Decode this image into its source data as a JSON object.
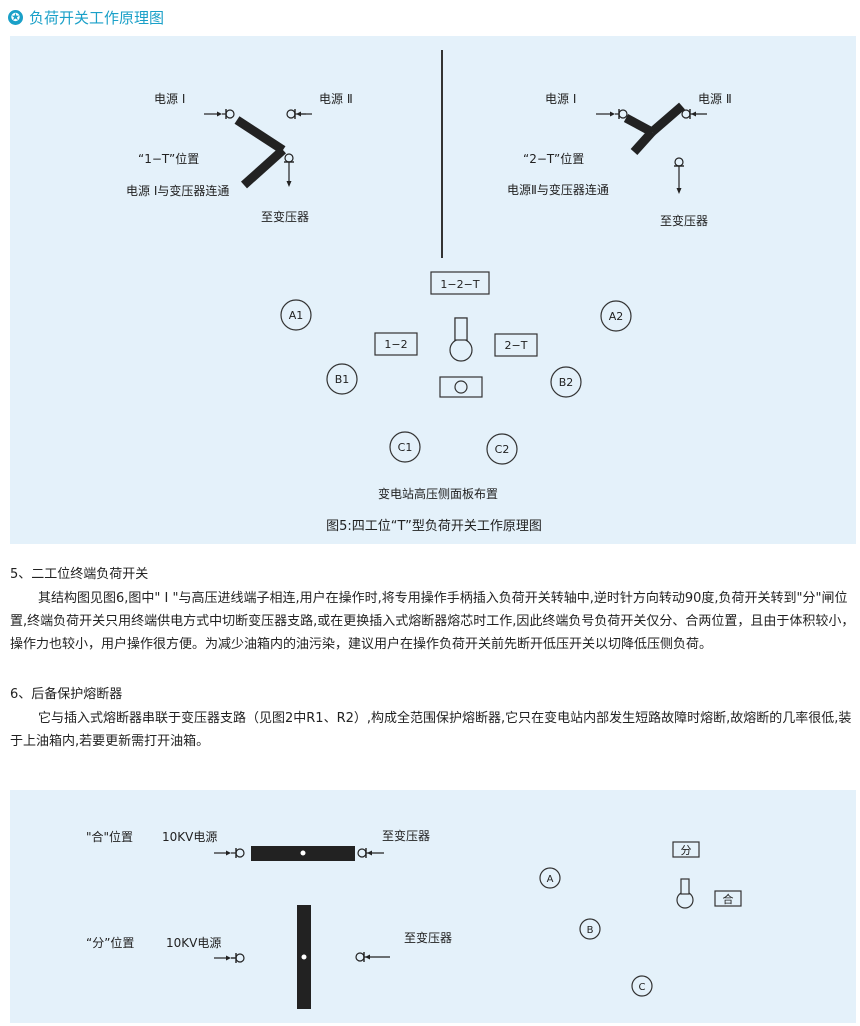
{
  "header": {
    "icon": "star-badge-icon",
    "title": "负荷开关工作原理图",
    "accent_color": "#1aa0c8"
  },
  "figure5": {
    "left": {
      "source1": "电源 Ⅰ",
      "source2": "电源 Ⅱ",
      "position": "“1−T”位置",
      "connection": "电源 Ⅰ与变压器连通",
      "to_transformer": "至变压器"
    },
    "right": {
      "source1": "电源 Ⅰ",
      "source2": "电源 Ⅱ",
      "position": "“2−T”位置",
      "connection": "电源Ⅱ与变压器连通",
      "to_transformer": "至变压器"
    },
    "panel_labels": {
      "box_top": "1−2−T",
      "box_left": "1−2",
      "box_right": "2−T",
      "a1": "A1",
      "a2": "A2",
      "b1": "B1",
      "b2": "B2",
      "c1": "C1",
      "c2": "C2"
    },
    "subtitle": "变电站高压侧面板布置",
    "caption": "图5:四工位“T”型负荷开关工作原理图"
  },
  "section5": {
    "heading": "5、二工位终端负荷开关",
    "body": "其结构图见图6,图中\" Ⅰ \"与高压进线端子相连,用户在操作时,将专用操作手柄插入负荷开关转轴中,逆时针方向转动90度,负荷开关转到\"分\"闸位置,终端负荷开关只用终端供电方式中切断变压器支路,或在更换插入式熔断器熔芯时工作,因此终端负号负荷开关仅分、合两位置，且由于体积较小，操作力也较小，用户操作很方便。为减少油箱内的油污染，建议用户在操作负荷开关前先断开低压开关以切降低压侧负荷。"
  },
  "section6": {
    "heading": "6、后备保护熔断器",
    "body": "它与插入式熔断器串联于变压器支路（见图2中R1、R2）,构成全范围保护熔断器,它只在变电站内部发生短路故障时熔断,故熔断的几率很低,装于上油箱内,若要更新需打开油箱。"
  },
  "figure6": {
    "closed": {
      "position": "\"合\"位置",
      "source": "10KV电源",
      "to_transformer": "至变压器"
    },
    "open": {
      "position": "“分”位置",
      "source": "10KV电源",
      "to_transformer": "至变压器"
    },
    "panel_labels": {
      "open_box": "分",
      "closed_box": "合",
      "a": "A",
      "b": "B",
      "c": "C"
    }
  }
}
